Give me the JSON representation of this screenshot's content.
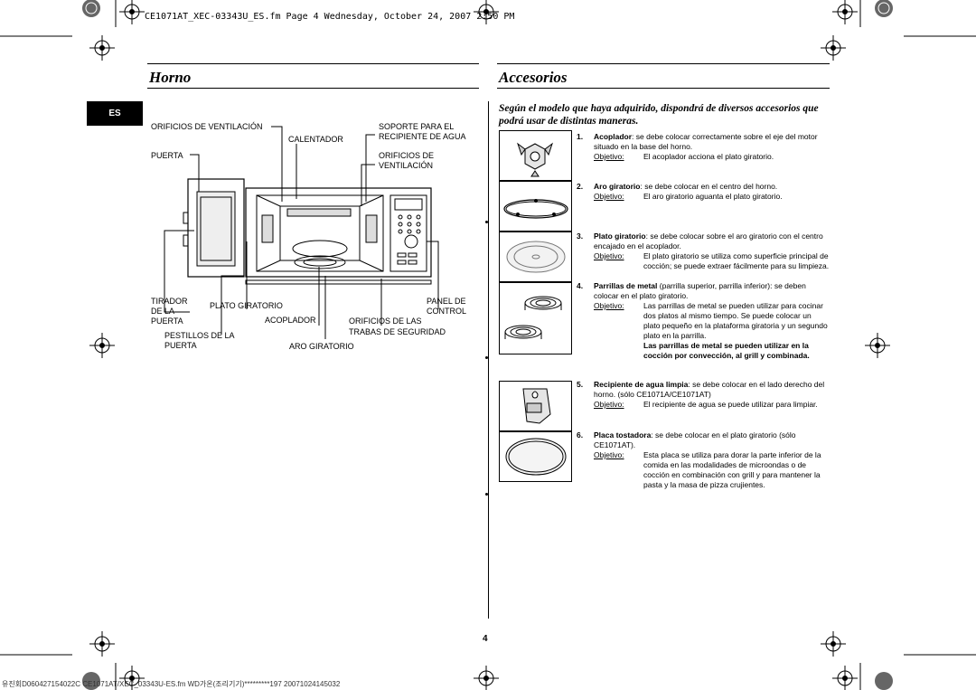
{
  "header": {
    "file_info": "CE1071AT_XEC-03343U_ES.fm  Page 4  Wednesday, October 24, 2007  2:50 PM"
  },
  "left": {
    "title": "Horno",
    "lang_tab": "ES",
    "labels": {
      "orificios_vent_1": "ORIFICIOS DE VENTILACIÓN",
      "calentador": "CALENTADOR",
      "soporte_1": "SOPORTE PARA EL",
      "soporte_2": "RECIPIENTE DE AGUA",
      "puerta": "PUERTA",
      "orificios_vent_2a": "ORIFICIOS DE",
      "orificios_vent_2b": "VENTILACIÓN",
      "tirador_1": "TIRADOR",
      "tirador_2": "DE LA",
      "tirador_3": "PUERTA",
      "plato": "PLATO GIRATORIO",
      "acoplador": "ACOPLADOR",
      "panel_1": "PANEL DE",
      "panel_2": "CONTROL",
      "orif_trabas_1": "ORIFICIOS DE LAS",
      "orif_trabas_2": "TRABAS DE SEGURIDAD",
      "pestillos_1": "PESTILLOS DE LA",
      "pestillos_2": "PUERTA",
      "aro": "ARO GIRATORIO"
    }
  },
  "right": {
    "title": "Accesorios",
    "intro": "Según el modelo que haya adquirido, dispondrá de diversos accesorios que podrá usar de distintas maneras.",
    "items": [
      {
        "num": "1.",
        "name": "Acoplador",
        "desc": ": se debe colocar correctamente sobre el eje del motor situado en la base del horno.",
        "obj_label": "Objetivo:",
        "obj": "El acoplador acciona el plato giratorio."
      },
      {
        "num": "2.",
        "name": "Aro giratorio",
        "desc": ": se debe colocar en el centro del horno.",
        "obj_label": "Objetivo:",
        "obj": "El aro giratorio aguanta el plato giratorio."
      },
      {
        "num": "3.",
        "name": "Plato giratorio",
        "desc": ": se debe colocar sobre el aro giratorio con el centro encajado en el acoplador.",
        "obj_label": "Objetivo:",
        "obj": "El plato giratorio se utiliza como superficie principal de cocción; se puede extraer fácilmente para su limpieza."
      },
      {
        "num": "4.",
        "name": "Parrillas de metal",
        "desc": " (parrilla superior, parrilla inferior): se deben colocar en el plato giratorio.",
        "obj_label": "Objetivo:",
        "obj": "Las parrillas de metal se pueden utilizar para cocinar dos platos al mismo tiempo. Se puede colocar un plato pequeño en la plataforma giratoria y un segundo plato en la parrilla.",
        "note": "Las parrillas de metal se pueden utilizar en la cocción por convección, al grill y combinada."
      },
      {
        "num": "5.",
        "name": "Recipiente de agua limpia",
        "desc": ": se debe colocar en el lado derecho del horno. (sólo CE1071A/CE1071AT)",
        "obj_label": "Objetivo:",
        "obj": "El recipiente de agua se puede utilizar para limpiar."
      },
      {
        "num": "6.",
        "name": "Placa tostadora",
        "desc": ": se debe colocar en el plato giratorio (sólo CE1071AT).",
        "obj_label": "Objetivo:",
        "obj": "Esta placa se utiliza para dorar la parte inferior de la comida en las modalidades de microondas o de cocción en combinación con grill y para mantener la pasta y la masa de pizza crujientes."
      }
    ]
  },
  "page_number": "4",
  "footer": "유진회D060427154022C CE1071AT/XEC_03343U-ES.fm WD가온(조리기기)*********197 20071024145032"
}
